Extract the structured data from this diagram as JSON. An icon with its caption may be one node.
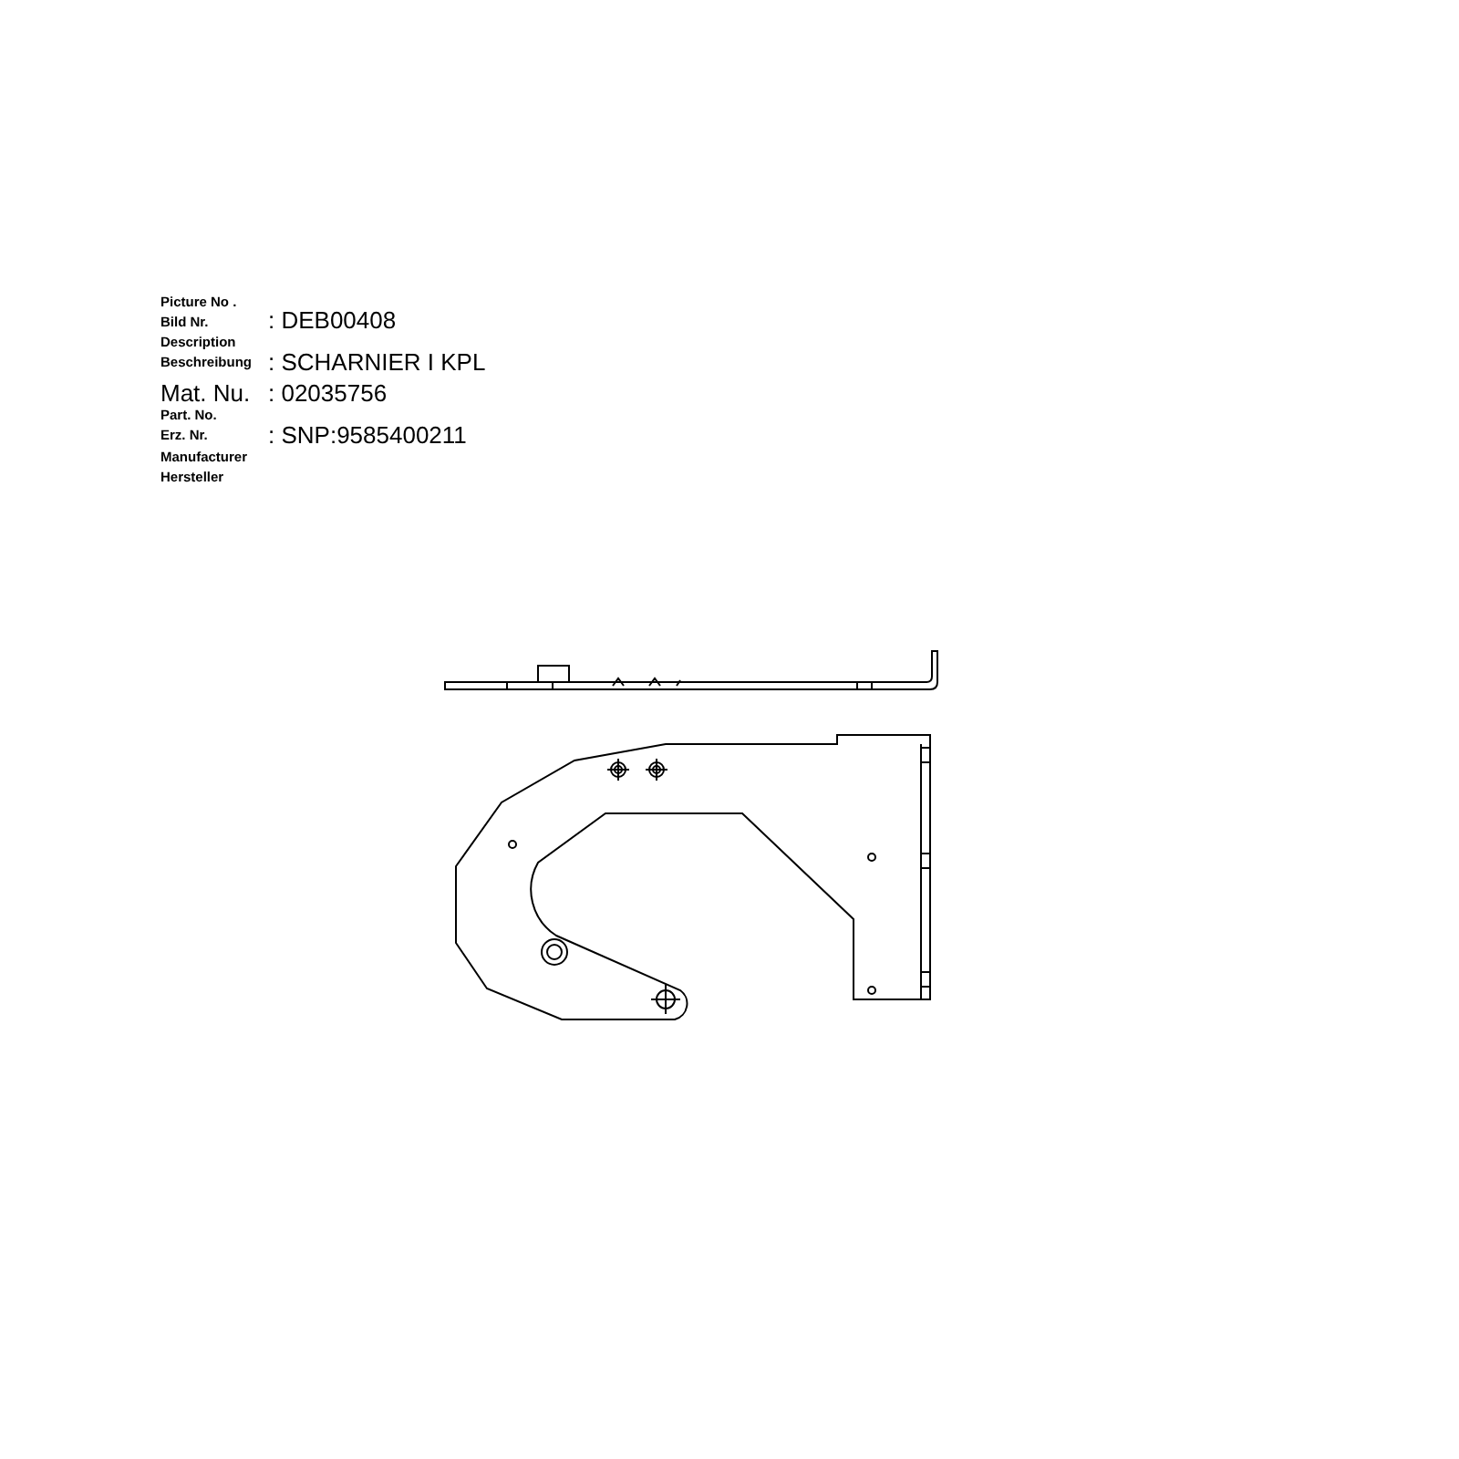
{
  "diagram": {
    "labels": [
      "Picture No .",
      "Bild Nr.",
      ": DEB00408",
      "Description",
      "Beschreibung",
      ": SCHARNIER I KPL",
      "Mat. Nu.",
      ": 02035756",
      "Part. No.",
      "Erz. Nr.",
      ": SNP:9585400211",
      "Manufacturer",
      "Hersteller"
    ]
  }
}
